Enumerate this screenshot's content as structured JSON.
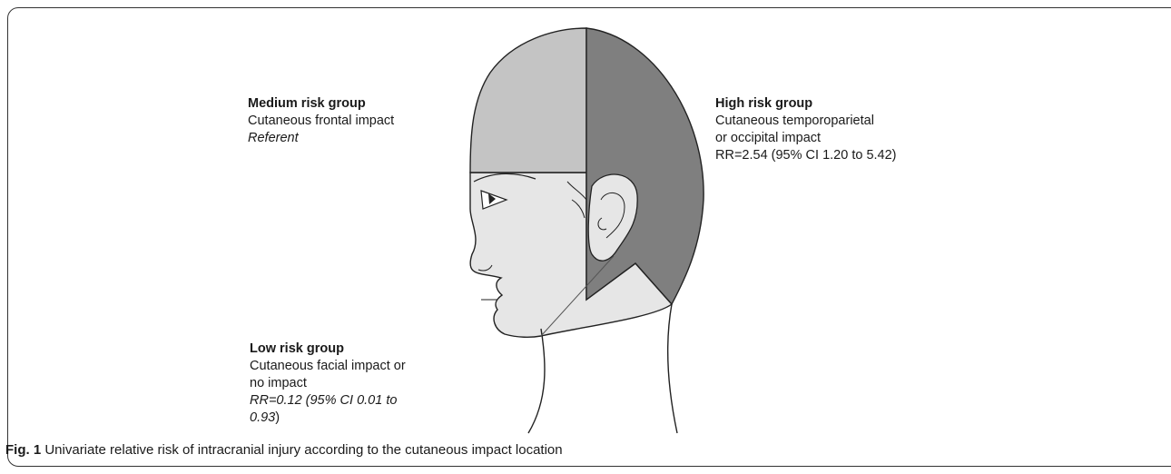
{
  "zones": {
    "medium": {
      "title": "Medium risk group",
      "lines": [
        "Cutaneous frontal impact"
      ],
      "stat": "Referent",
      "color": "#c4c4c4"
    },
    "high": {
      "title": "High risk group",
      "lines": [
        "Cutaneous temporoparietal",
        "or occipital impact"
      ],
      "stat": "RR=2.54 (95% CI 1.20 to 5.42)",
      "color": "#7f7f7f"
    },
    "low": {
      "title": "Low risk group",
      "lines": [
        "Cutaneous facial impact or",
        "no impact"
      ],
      "stat_line1": "RR=0.12 (95% CI 0.01 to",
      "stat_line2_italic": "0.93",
      "stat_line2_tail": ")",
      "color": "#e6e6e6"
    }
  },
  "caption": {
    "label": "Fig. 1",
    "text": " Univariate relative risk of intracranial injury according to the cutaneous impact location"
  }
}
